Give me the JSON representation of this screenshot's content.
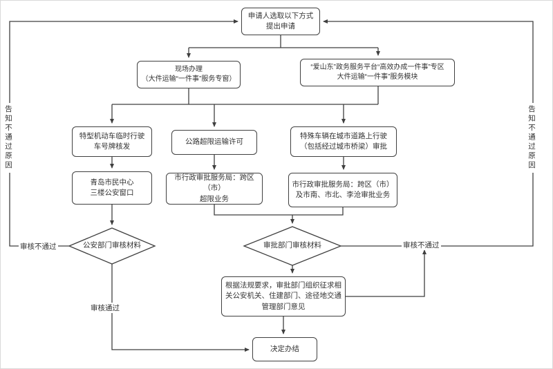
{
  "flowchart": {
    "colors": {
      "line": "#3f3f3f",
      "node_border": "#3f3f3f",
      "node_background": "#ffffff",
      "text": "#333333",
      "page_border": "#d9d9d9"
    },
    "nodes": {
      "apply_method": "申请人选取以下方式\n提出申请",
      "onsite": "现场办理\n（大件运输“一件事”服务专窗）",
      "aishandong": "“爱山东”政务服务平台“高效办成一件事”专区\n大件运输“一件事”服务模块",
      "special_plate": "特型机动车临时行驶\n车号牌核发",
      "highway_permit": "公路超限运输许可",
      "special_vehicle": "特殊车辆在城市道路上行驶\n（包括经过城市桥梁）审批",
      "citizen_center": "青岛市民中心\n三楼公安窗口",
      "bureau_overlimit": "市行政审批服务局：跨区（市）\n超限业务",
      "bureau_approval": "市行政审批服务局：跨区（市）\n及市南、市北、李沧审批业务",
      "police_review": "公安部门审核材料",
      "approval_review": "审批部门审核材料",
      "consult": "根据法规要求，审批部门组织征求相关公安机关、住建部门、途径地交通管理部门意见",
      "complete": "决定办结"
    },
    "edge_labels": {
      "review_fail_left": "审核不通过",
      "review_fail_right": "审核不通过",
      "review_pass": "审核通过",
      "notify_reason_left": "告知不通过原因",
      "notify_reason_right": "告知不通过原因"
    }
  }
}
